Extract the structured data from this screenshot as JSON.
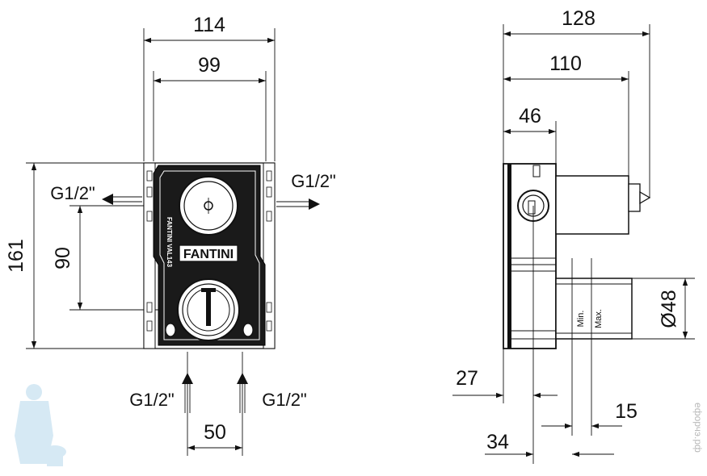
{
  "front_view": {
    "dim_width_outer": "114",
    "dim_width_inner": "99",
    "dim_height": "161",
    "dim_outlet_spacing": "90",
    "dim_inlet_spacing": "50",
    "port_left": "G1/2\"",
    "port_right": "G1/2\"",
    "inlet_left": "G1/2\"",
    "inlet_right": "G1/2\"",
    "brand_label": "FANTINI",
    "side_label": "FANTINI VAL143"
  },
  "side_view": {
    "dim_depth_total": "128",
    "dim_depth_body": "110",
    "dim_depth_front": "46",
    "dim_diameter": "Ø48",
    "dim_27": "27",
    "dim_34": "34",
    "dim_15": "15",
    "label_min": "Min.",
    "label_max": "Max."
  },
  "watermark": {
    "text": "ефорчэ.рф"
  }
}
